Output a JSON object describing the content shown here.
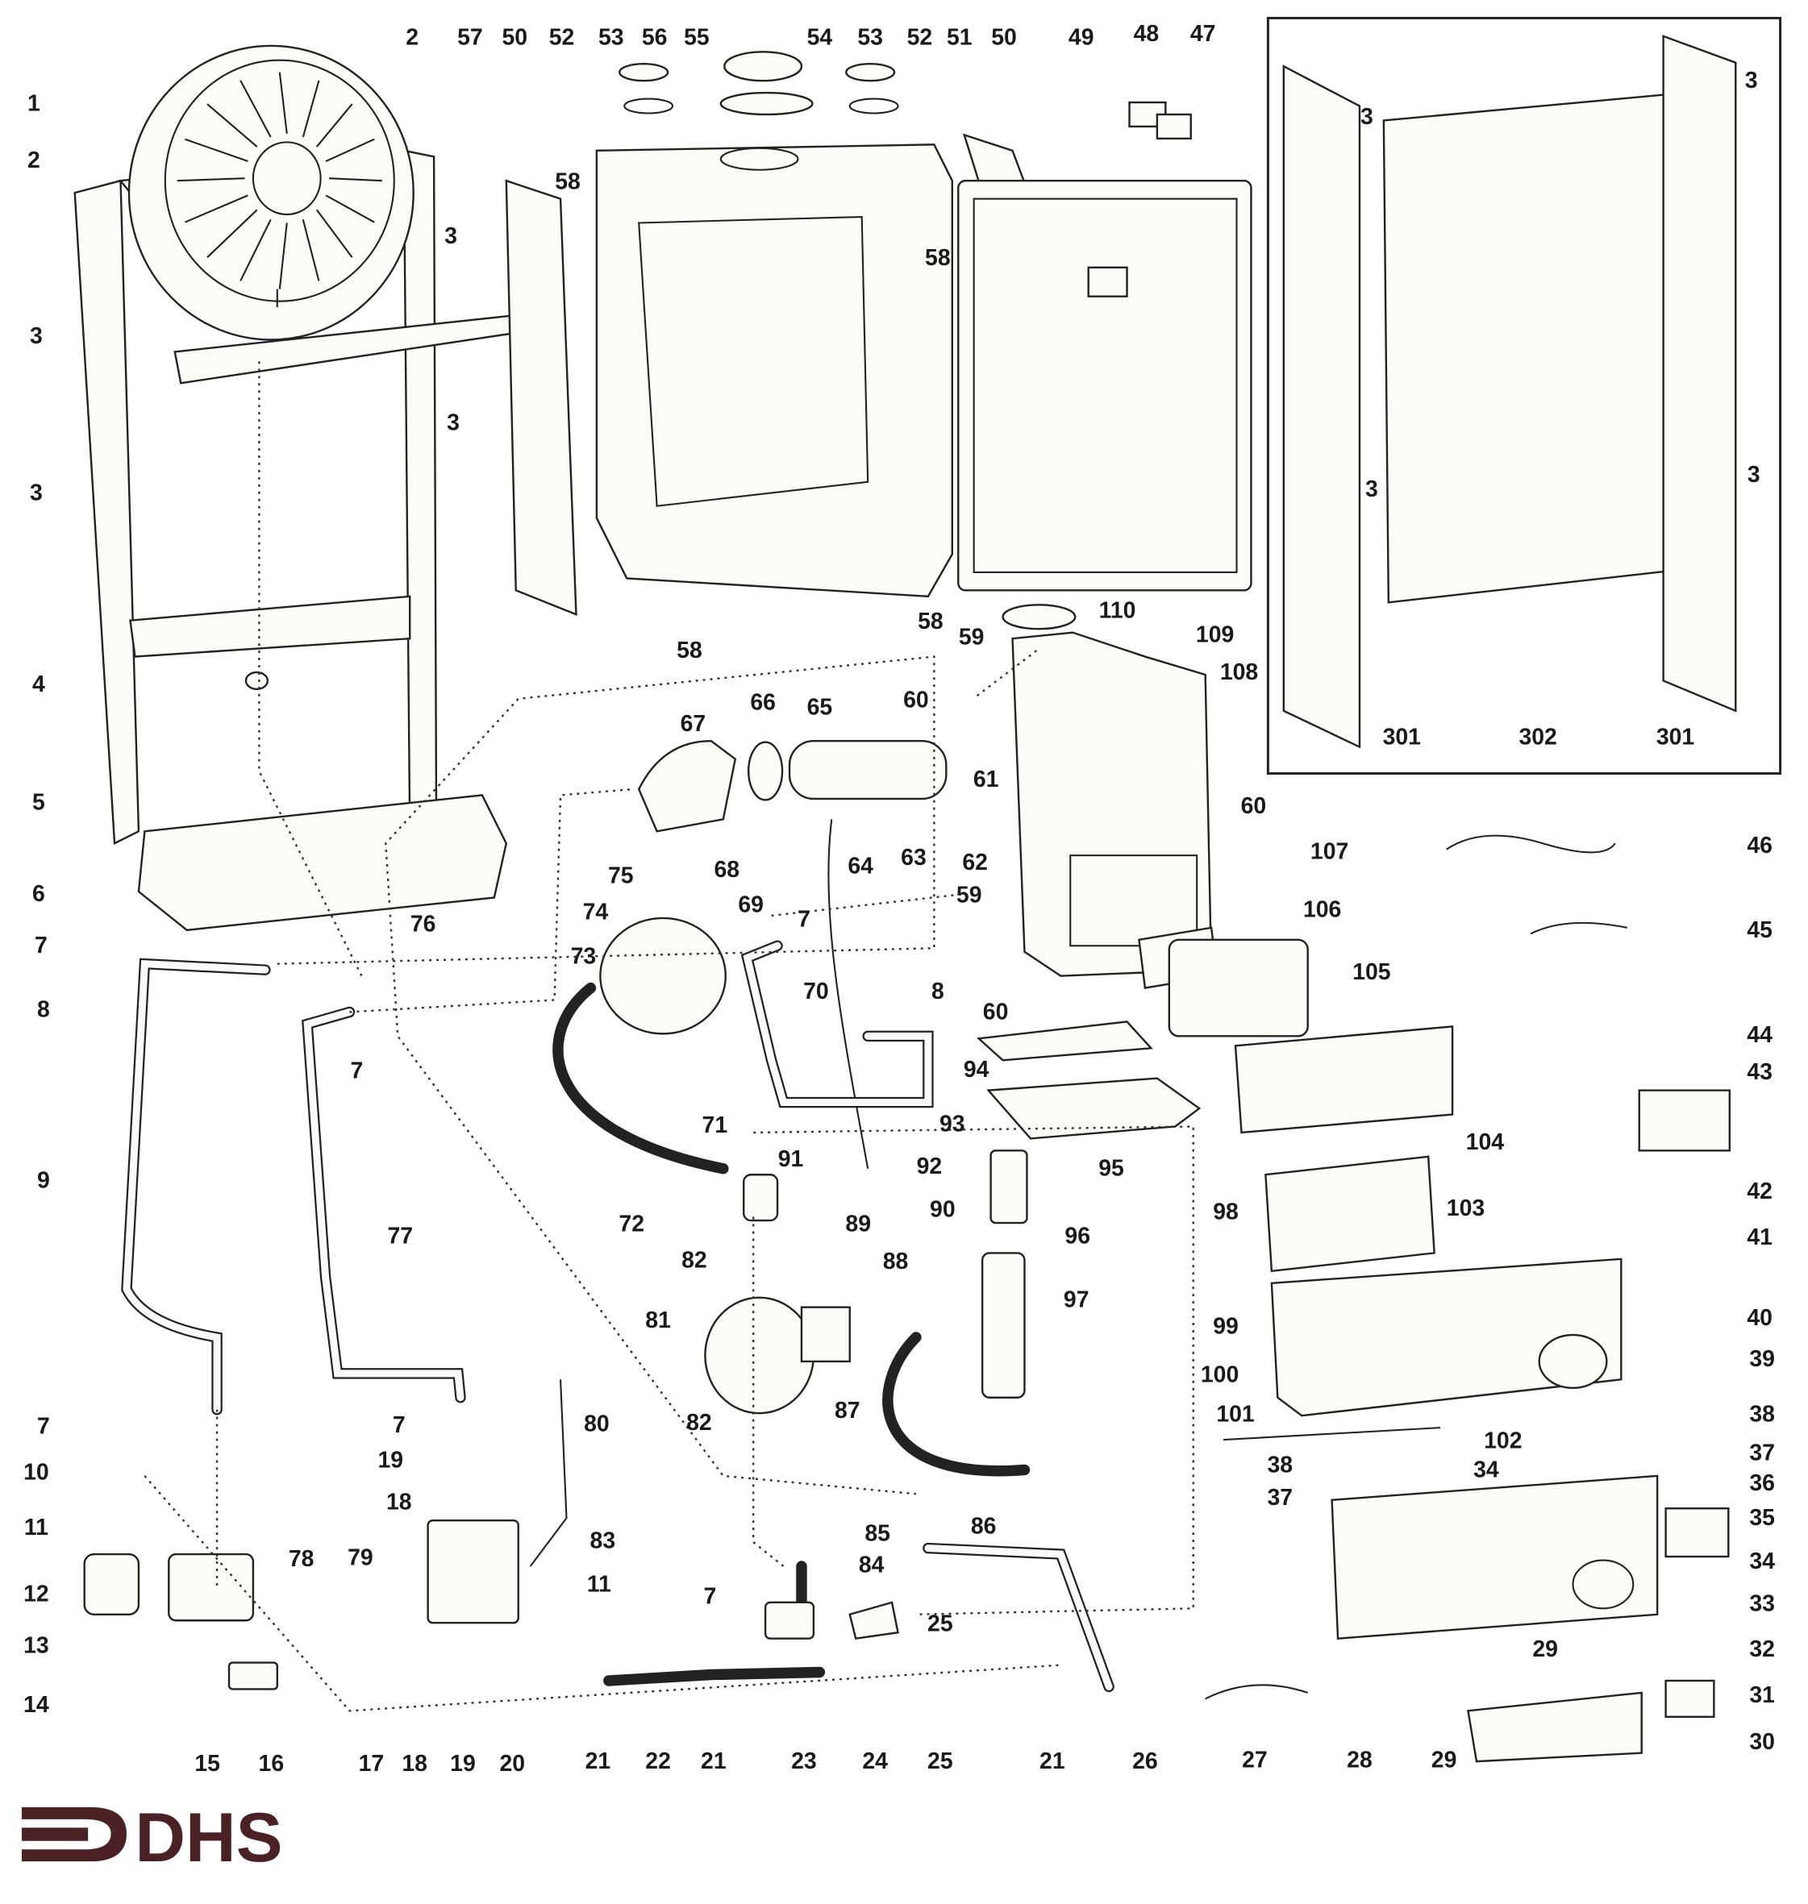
{
  "diagram": {
    "type": "exploded-parts-diagram",
    "callouts": [
      "1",
      "2",
      "2",
      "57",
      "50",
      "52",
      "53",
      "56",
      "55",
      "54",
      "53",
      "52",
      "51",
      "50",
      "49",
      "48",
      "47",
      "3",
      "3",
      "58",
      "3",
      "58",
      "3",
      "3",
      "3",
      "3",
      "3",
      "4",
      "5",
      "6",
      "58",
      "58",
      "110",
      "109",
      "59",
      "108",
      "60",
      "67",
      "66",
      "65",
      "301",
      "302",
      "301",
      "61",
      "60",
      "46",
      "64",
      "63",
      "62",
      "107",
      "75",
      "68",
      "69",
      "74",
      "59",
      "106",
      "76",
      "7",
      "45",
      "7",
      "73",
      "70",
      "105",
      "8",
      "8",
      "60",
      "44",
      "94",
      "7",
      "43",
      "71",
      "93",
      "104",
      "9",
      "91",
      "92",
      "95",
      "42",
      "90",
      "72",
      "77",
      "89",
      "96",
      "98",
      "103",
      "41",
      "82",
      "88",
      "97",
      "81",
      "40",
      "99",
      "39",
      "100",
      "87",
      "101",
      "80",
      "82",
      "7",
      "7",
      "38",
      "37",
      "102",
      "19",
      "10",
      "38",
      "34",
      "36",
      "37",
      "18",
      "11",
      "86",
      "85",
      "83",
      "35",
      "79",
      "78",
      "84",
      "34",
      "11",
      "7",
      "12",
      "33",
      "13",
      "29",
      "32",
      "25",
      "14",
      "31",
      "30",
      "15",
      "16",
      "17",
      "18",
      "19",
      "20",
      "21",
      "22",
      "21",
      "23",
      "24",
      "25",
      "21",
      "26",
      "27",
      "28",
      "29"
    ]
  },
  "logo": {
    "text": "DHS",
    "color": "#4a2226"
  }
}
